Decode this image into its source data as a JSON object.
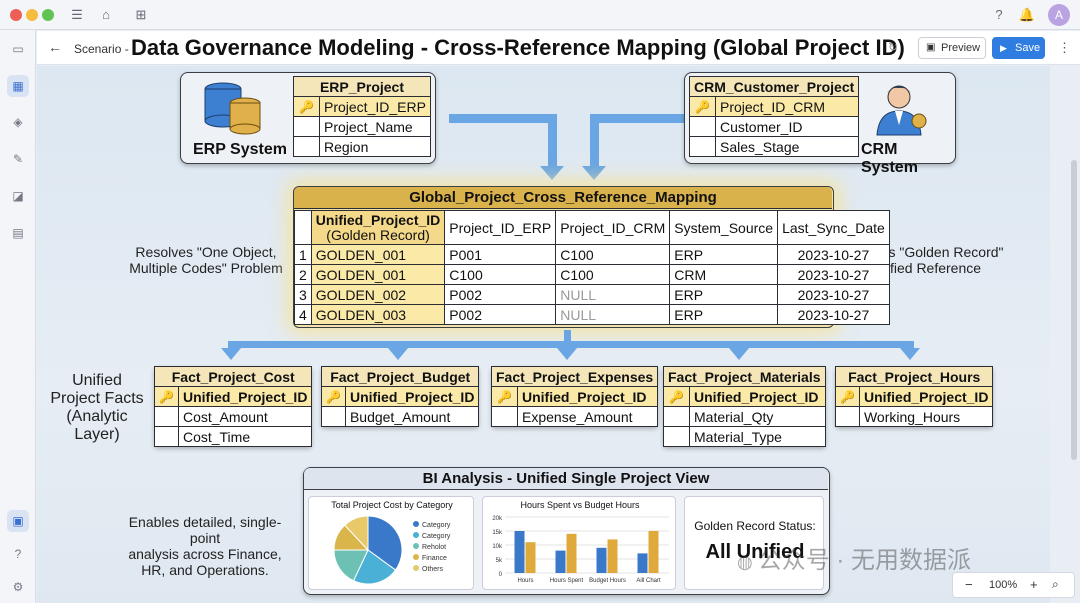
{
  "topbar": {
    "avatar": "A",
    "icons": [
      "menu-icon",
      "home-icon",
      "tab-icon"
    ],
    "right_icons": [
      "help-icon",
      "bell-icon"
    ]
  },
  "header": {
    "back": "←",
    "breadcrumb": "Scenario -",
    "title": "Data Governance Modeling - Cross-Reference Mapping (Global Project ID)",
    "preview": "Preview",
    "save": "Save",
    "more": "⋮"
  },
  "erp": {
    "label": "ERP System",
    "table": "ERP_Project",
    "rows": [
      "Project_ID_ERP",
      "Project_Name",
      "Region"
    ]
  },
  "crm": {
    "label": "CRM System",
    "table": "CRM_Customer_Project",
    "rows": [
      "Project_ID_CRM",
      "Customer_ID",
      "Sales_Stage"
    ]
  },
  "mapping": {
    "title": "Global_Project_Cross_Reference_Mapping",
    "headers": [
      "Unified_Project_ID",
      "(Golden Record)",
      "Project_ID_ERP",
      "Project_ID_CRM",
      "System_Source",
      "Last_Sync_Date"
    ],
    "rows": [
      [
        "1",
        "GOLDEN_001",
        "P001",
        "C100",
        "ERP",
        "2023-10-27"
      ],
      [
        "2",
        "GOLDEN_001",
        "C100",
        "C100",
        "CRM",
        "2023-10-27"
      ],
      [
        "3",
        "GOLDEN_002",
        "P002",
        "NULL",
        "ERP",
        "2023-10-27"
      ],
      [
        "4",
        "GOLDEN_003",
        "P002",
        "NULL",
        "ERP",
        "2023-10-27"
      ]
    ]
  },
  "notes": {
    "left1": "Resolves \"One Object,",
    "left2": "Multiple Codes\" Problem",
    "right1": "Creates \"Golden Record\"",
    "right2": "Unified Reference",
    "facts1": "Unified",
    "facts2": "Project Facts",
    "facts3": "(Analytic",
    "facts4": "Layer)",
    "bi1": "Enables detailed, single-point",
    "bi2": "analysis across Finance,",
    "bi3": "HR, and Operations."
  },
  "facts": [
    {
      "title": "Fact_Project_Cost",
      "key": "Unified_Project_ID",
      "rows": [
        "Cost_Amount",
        "Cost_Time"
      ]
    },
    {
      "title": "Fact_Project_Budget",
      "key": "Unified_Project_ID",
      "rows": [
        "Budget_Amount"
      ]
    },
    {
      "title": "Fact_Project_Expenses",
      "key": "Unified_Project_ID",
      "rows": [
        "Expense_Amount"
      ]
    },
    {
      "title": "Fact_Project_Materials",
      "key": "Unified_Project_ID",
      "rows": [
        "Material_Qty",
        "Material_Type"
      ]
    },
    {
      "title": "Fact_Project_Hours",
      "key": "Unified_Project_ID",
      "rows": [
        "Working_Hours"
      ]
    }
  ],
  "bi": {
    "title": "BI Analysis - Unified Single Project View",
    "golden_label": "Golden Record Status:",
    "golden_value": "All Unified"
  },
  "chart_data": [
    {
      "type": "pie",
      "title": "Total Project Cost by Category",
      "labels": [
        "Category",
        "Category",
        "Reholot",
        "Finance",
        "Others"
      ],
      "values": [
        35,
        22,
        18,
        13,
        12
      ],
      "colors": [
        "#3a78c9",
        "#4ab0d6",
        "#6cc0b4",
        "#d9b54a",
        "#e8c96a"
      ]
    },
    {
      "type": "bar",
      "title": "Hours Spent vs Budget Hours",
      "categories": [
        "Hours",
        "Hours Spent",
        "Budget Hours",
        "Aill Chart"
      ],
      "series": [
        {
          "values": [
            15,
            8,
            9,
            7
          ],
          "color": "#3a78c9"
        },
        {
          "values": [
            11,
            14,
            12,
            15
          ],
          "color": "#e0a93b"
        }
      ],
      "yticks": [
        "20k",
        "15k",
        "10k",
        "5k",
        "0"
      ],
      "ylim": [
        0,
        20
      ]
    }
  ],
  "zoom": {
    "minus": "−",
    "level": "100%",
    "plus": "+"
  },
  "watermark": "公众号 · 无用数据派"
}
